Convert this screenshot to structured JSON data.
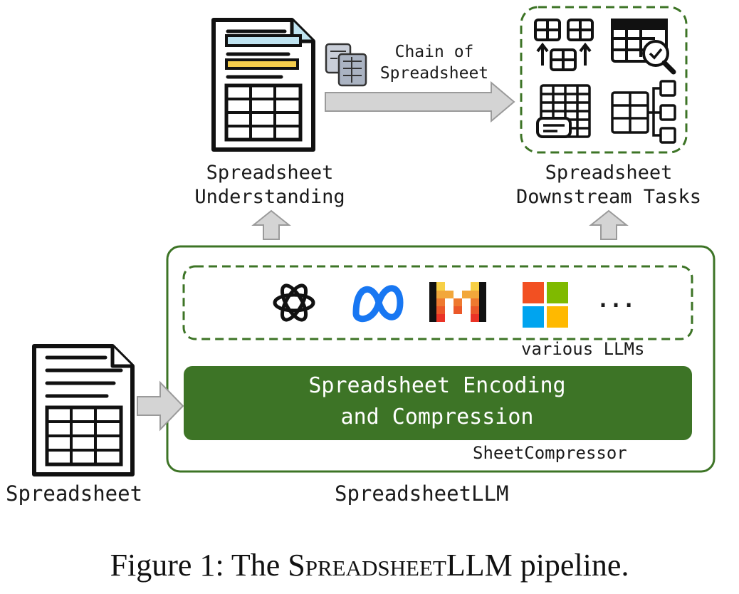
{
  "labels": {
    "understanding_line1": "Spreadsheet",
    "understanding_line2": "Understanding",
    "chain_line1": "Chain of",
    "chain_line2": "Spreadsheet",
    "downstream_line1": "Spreadsheet",
    "downstream_line2": "Downstream Tasks",
    "various_llms": "various LLMs",
    "encoding_line1": "Spreadsheet Encoding",
    "encoding_line2": "and Compression",
    "sheet_compressor": "SheetCompressor",
    "spreadsheet_input": "Spreadsheet",
    "spreadsheet_llm": "SpreadsheetLLM",
    "ellipsis": "..."
  },
  "caption": {
    "prefix": "Figure 1: The ",
    "smallcaps": "Spreadsheet",
    "suffix": "LLM pipeline."
  },
  "colors": {
    "dark_green": "#3d7426",
    "light_blue": "#bfe3f0",
    "yellow": "#f5cd4c",
    "arrow_gray": "#d4d4d4",
    "meta_blue": "#1877f2",
    "ms_red": "#f25022",
    "ms_green": "#7fba00",
    "ms_blue": "#00a4ef",
    "ms_yellow": "#ffb900"
  },
  "icons": [
    "spreadsheet-doc-icon",
    "small-grid-icon",
    "openai-icon",
    "meta-icon",
    "mistral-icon",
    "microsoft-icon",
    "table-merge-icon",
    "table-search-icon",
    "table-comment-icon",
    "table-tree-icon"
  ]
}
